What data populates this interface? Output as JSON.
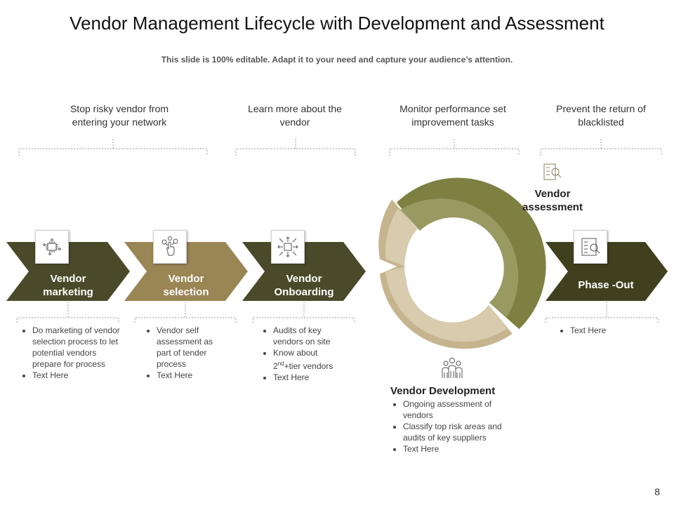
{
  "title": "Vendor Management Lifecycle with Development and Assessment",
  "subtitle": "This slide is 100%  editable. Adapt it to your need and capture your audience’s attention.",
  "top_texts": [
    {
      "line1": "Stop risky vendor from",
      "line2": "entering your network"
    },
    {
      "line1": "Learn more about the",
      "line2": "vendor"
    },
    {
      "line1": "Monitor performance set",
      "line2": "improvement tasks"
    },
    {
      "line1": "Prevent the return of",
      "line2": "blacklisted"
    }
  ],
  "stages": [
    {
      "line1": "Vendor",
      "line2": "marketing",
      "icon": "circuit-icon",
      "color": "#4a4a2a",
      "bullets": [
        "Do marketing of vendor  selection process  to let potential vendors prepare  for  process",
        "Text Here"
      ]
    },
    {
      "line1": "Vendor",
      "line2": "selection",
      "icon": "hand-pointer-icon",
      "color": "#9a8554",
      "bullets": [
        "Vendor self assessment as part of tender process",
        "Text Here"
      ]
    },
    {
      "line1": "Vendor",
      "line2": "Onboarding",
      "icon": "expand-arrows-icon",
      "color": "#4a4a2a",
      "bullets": [
        "Audits of key vendors  on site",
        "Know about",
        "Text Here"
      ],
      "tier": {
        "num": "2",
        "sup": "nd",
        "rest": "+tier vendors"
      }
    },
    {
      "line1": "Phase -Out",
      "line2": "",
      "icon": "checklist-magnifier-icon",
      "color": "#40401f",
      "bullets": [
        "Text Here"
      ]
    }
  ],
  "assessment": {
    "line1": "Vendor",
    "line2": "assessment",
    "icon": "checklist-magnifier-icon"
  },
  "development": {
    "heading": "Vendor Development",
    "icon": "team-people-icon",
    "bullets": [
      "Ongoing assessment of vendors",
      "Classify top risk areas and audits of  key suppliers",
      "Text Here"
    ]
  },
  "ring_colors": {
    "olive": "#7d8040",
    "olive_light": "#989a62",
    "beige": "#c6b48e",
    "beige_light": "#d8cbae"
  },
  "page_number": "8"
}
